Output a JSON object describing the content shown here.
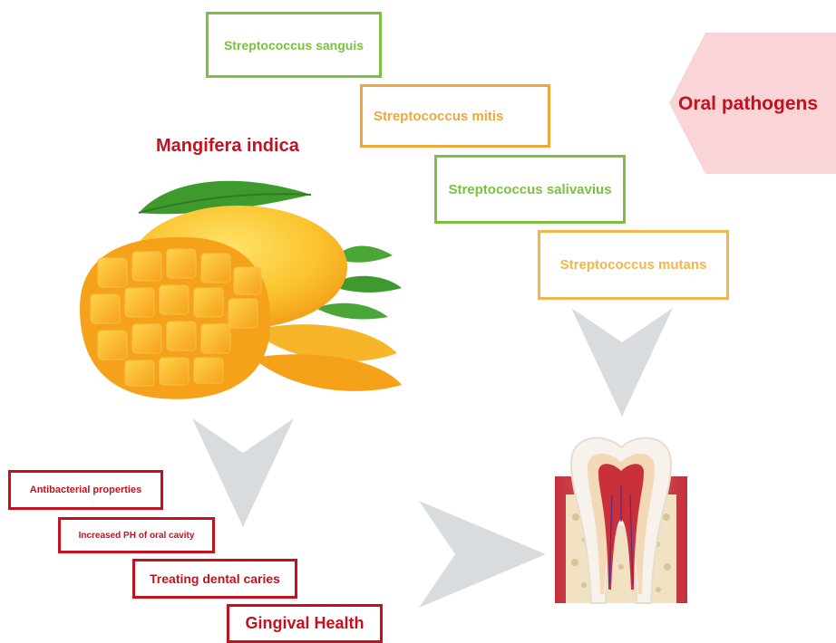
{
  "pathogens_label": "Oral pathogens",
  "plant_label": "Mangifera indica",
  "bacteria": [
    "Streptococcus sanguis",
    "Streptococcus mitis",
    "Streptococcus salivavius",
    "Streptococcus mutans"
  ],
  "benefits": [
    "Antibacterial properties",
    "Increased PH of oral cavity",
    "Treating dental caries",
    "Gingival Health"
  ],
  "colors": {
    "green": "#7cc042",
    "orange": "#f0a73a",
    "red": "#c4111f",
    "pink": "#f9d5d8",
    "arrow": "#d9dcdf"
  },
  "icons": [
    "mango-illustration",
    "tooth-cross-section-illustration"
  ]
}
